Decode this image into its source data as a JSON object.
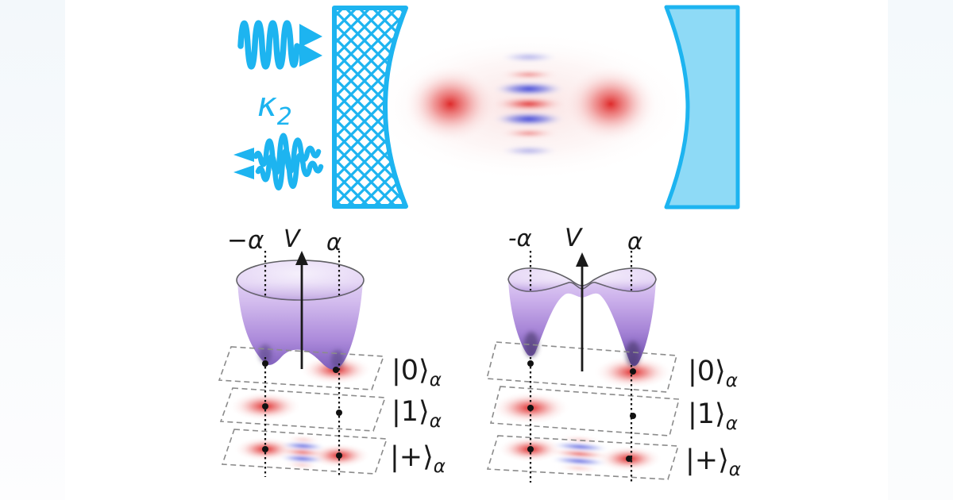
{
  "colors": {
    "cyan": "#1db4f0",
    "mirror_fill": "#8edaf6",
    "surface_purple": "#a583d6",
    "wigner_red": "#dd2020",
    "wigner_blue": "#2a30d4",
    "plane_dash": "#8b8b8b",
    "ink": "#1a1a1a"
  },
  "cavity": {
    "kappa_symbol": "κ",
    "kappa_sub": "2"
  },
  "panels": {
    "left": {
      "minus_alpha_label": "−α",
      "v_axis_label": "V",
      "alpha_label": "α",
      "kets": [
        {
          "main": "|0⟩",
          "sub": "α"
        },
        {
          "main": "|1⟩",
          "sub": "α"
        },
        {
          "main": "|+⟩",
          "sub": "α"
        }
      ]
    },
    "right": {
      "minus_alpha_label": "-α",
      "v_axis_label": "V",
      "alpha_label": "α",
      "kets": [
        {
          "main": "|0⟩",
          "sub": "α"
        },
        {
          "main": "|1⟩",
          "sub": "α"
        },
        {
          "main": "|+⟩",
          "sub": "α"
        }
      ]
    }
  }
}
